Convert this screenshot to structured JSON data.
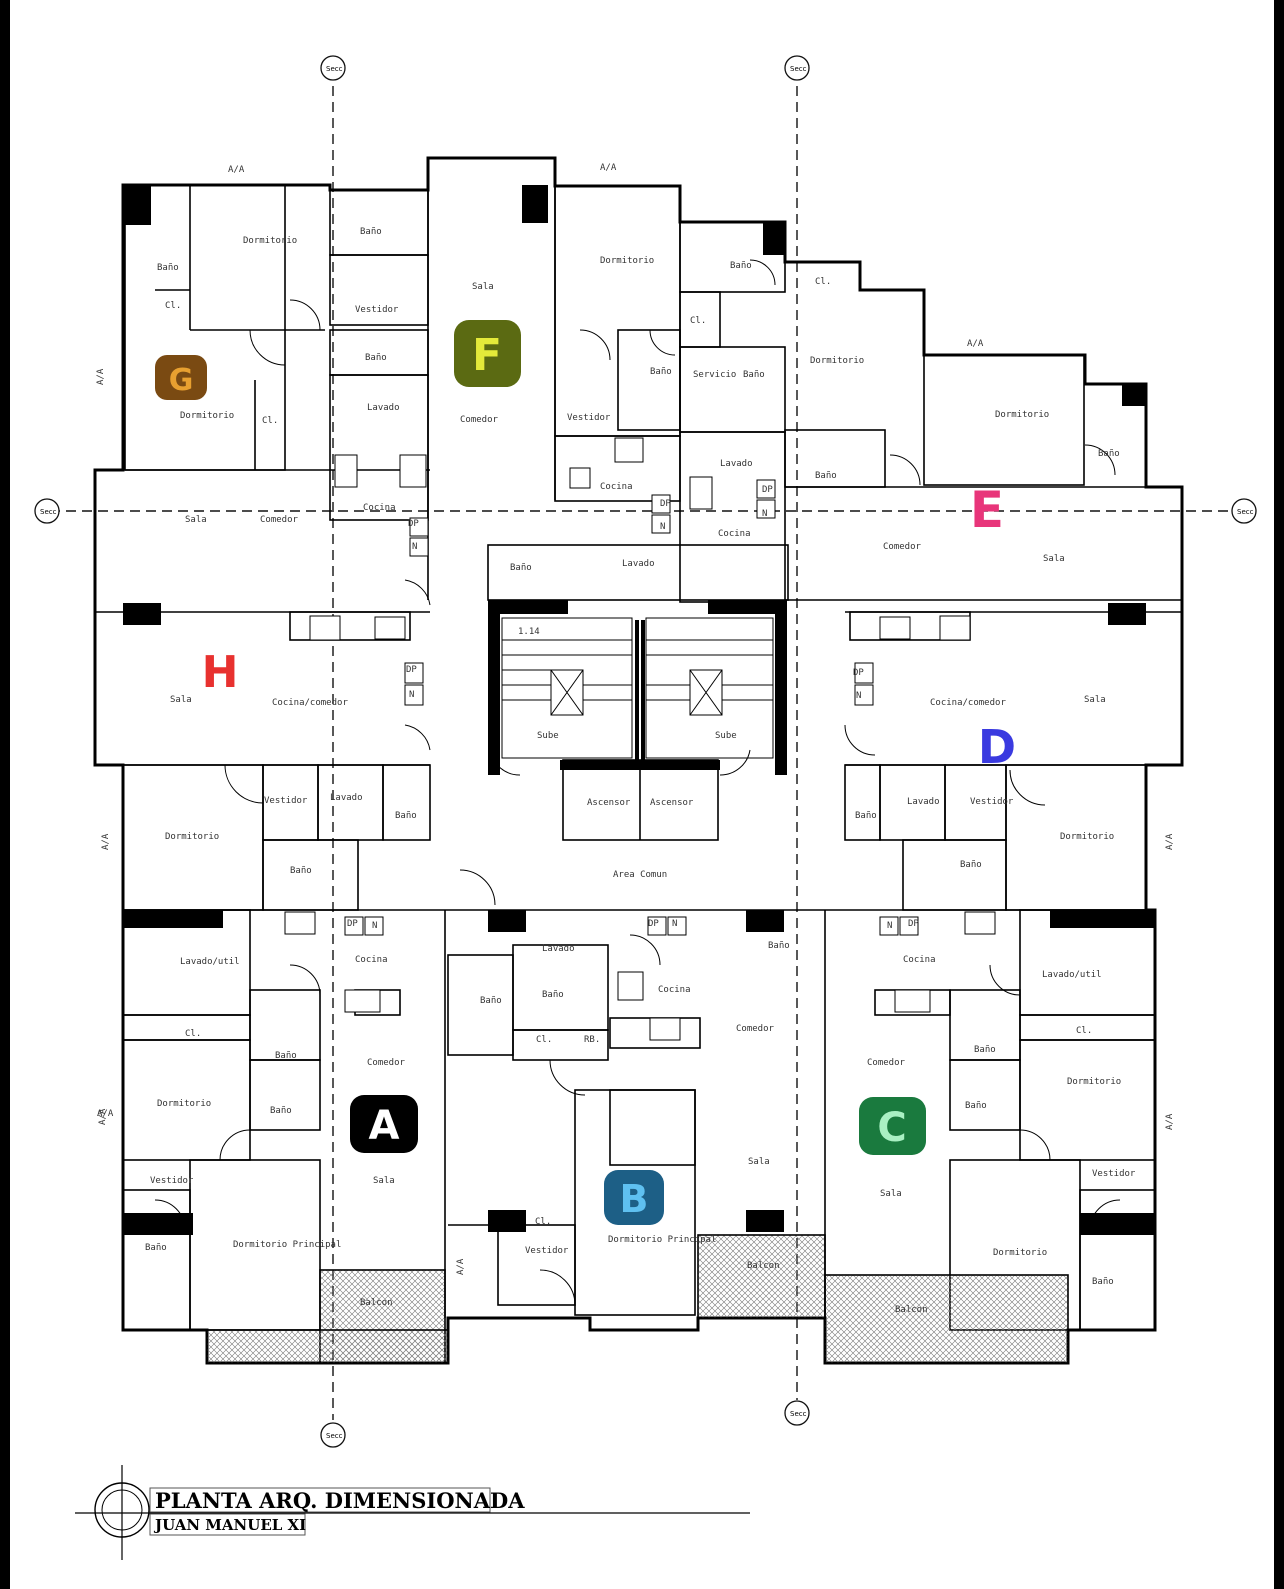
{
  "title": "PLANTA ARQ. DIMENSIONADA",
  "subtitle": "JUAN MANUEL XI",
  "section_marker": "Secc",
  "units": [
    {
      "letter": "G",
      "color": "#7a4a12",
      "text_color": "#e8a030"
    },
    {
      "letter": "F",
      "color": "#5b6a12",
      "text_color": "#e4ea3a"
    },
    {
      "letter": "E",
      "color": "transparent",
      "text_color": "#e8357a"
    },
    {
      "letter": "H",
      "color": "transparent",
      "text_color": "#e8312f"
    },
    {
      "letter": "D",
      "color": "transparent",
      "text_color": "#3a3ae0"
    },
    {
      "letter": "A",
      "color": "#000000",
      "text_color": "#ffffff"
    },
    {
      "letter": "B",
      "color": "#1d5f86",
      "text_color": "#5fc0f0"
    },
    {
      "letter": "C",
      "color": "#1a7a3e",
      "text_color": "#a9f0c3"
    }
  ],
  "rooms": {
    "r1": "A/A",
    "r2": "Dormitorio",
    "r3": "Baño",
    "r4": "Baño",
    "r5": "Cl.",
    "r6": "Dormitorio",
    "r7": "Cl.",
    "r8": "A/A",
    "r9": "Vestidor",
    "r10": "Baño",
    "r11": "Lavado",
    "r12": "Cocina",
    "r13": "DP",
    "r14": "N",
    "r15": "Sala",
    "r16": "Comedor",
    "r17": "Sala",
    "r18": "Comedor",
    "r19": "A/A",
    "r20": "Dormitorio",
    "r21": "Baño",
    "r22": "Vestidor",
    "r23": "Cocina",
    "r24": "DP",
    "r25": "N",
    "r26": "Baño",
    "r27": "Lavado",
    "r28": "1.14",
    "r29": "Sube",
    "r30": "Sube",
    "r31": "Baño",
    "r32": "Cl.",
    "r33": "Servicio",
    "r34": "Baño",
    "r35": "Lavado",
    "r36": "Cocina",
    "r37": "DP",
    "r38": "N",
    "r39": "Dormitorio",
    "r40": "Cl.",
    "r41": "A/A",
    "r42": "Dormitorio",
    "r43": "Baño",
    "r44": "Baño",
    "r45": "Comedor",
    "r46": "Sala",
    "r47": "Sala",
    "r48": "Cocina/comedor",
    "r49": "DP",
    "r50": "N",
    "r51": "Cocina/comedor",
    "r52": "Sala",
    "r53": "DP",
    "r54": "N",
    "r55": "Ascensor",
    "r56": "Ascensor",
    "r57": "Area Comun",
    "r58": "Dormitorio",
    "r59": "Vestidor",
    "r60": "Lavado",
    "r61": "Baño",
    "r62": "Baño",
    "r63": "A/A",
    "r64": "Lavado",
    "r65": "Vestidor",
    "r66": "Dormitorio",
    "r67": "Baño",
    "r68": "A/A",
    "r69": "Baño",
    "r70": "Lavado/util",
    "r71": "Cocina",
    "r72": "DP",
    "r73": "N",
    "r74": "Cl.",
    "r75": "Dormitorio",
    "r76": "Baño",
    "r77": "Baño",
    "r78": "Comedor",
    "r79": "Sala",
    "r80": "A/A",
    "r81": "Vestidor",
    "r82": "Baño",
    "r83": "Dormitorio Principal",
    "r84": "Balcon",
    "r85": "Lavado",
    "r86": "Baño",
    "r87": "Baño",
    "r88": "Cl.",
    "r89": "RB.",
    "r90": "Cocina",
    "r91": "DP",
    "r92": "N",
    "r93": "Baño",
    "r94": "Comedor",
    "r95": "Sala",
    "r96": "Cl.",
    "r97": "Vestidor",
    "r98": "Dormitorio Principal",
    "r99": "Balcon",
    "r100": "A/A",
    "r101": "Cocina",
    "r102": "N",
    "r103": "DP",
    "r104": "Lavado/util",
    "r105": "Cl.",
    "r106": "Comedor",
    "r107": "Baño",
    "r108": "Baño",
    "r109": "Dormitorio",
    "r110": "A/A",
    "r111": "Sala",
    "r112": "Vestidor",
    "r113": "Dormitorio",
    "r114": "Baño",
    "r115": "Balcon",
    "r116": "A/A"
  }
}
